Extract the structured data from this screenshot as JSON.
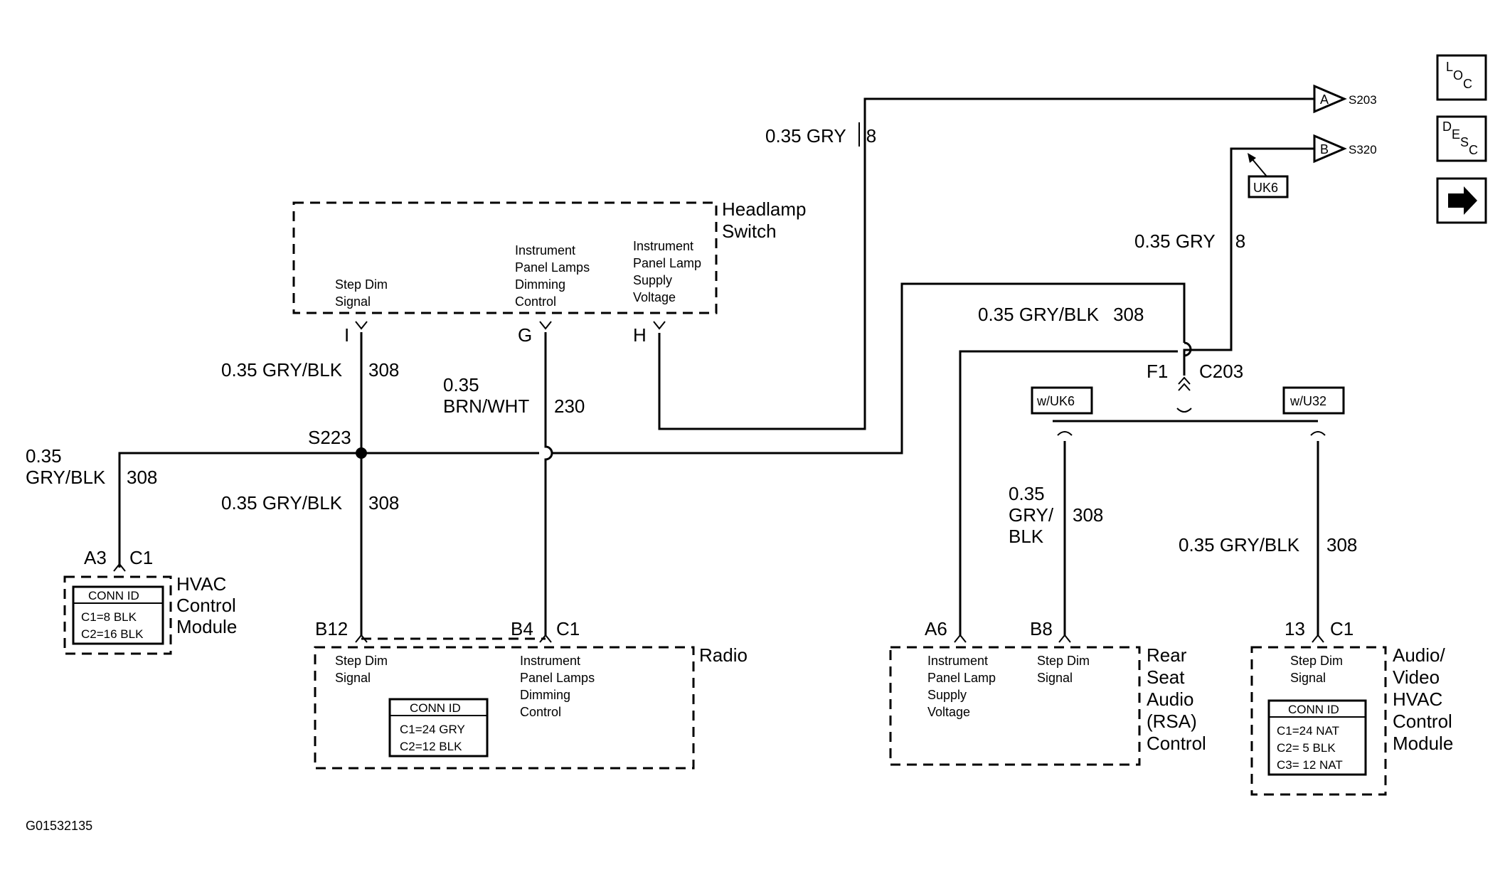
{
  "headlamp_switch": {
    "name": [
      "Headlamp",
      "Switch"
    ],
    "pins": {
      "i": {
        "letter": "I",
        "desc": [
          "Step Dim",
          "Signal"
        ]
      },
      "g": {
        "letter": "G",
        "desc": [
          "Instrument",
          "Panel Lamps",
          "Dimming",
          "Control"
        ]
      },
      "h": {
        "letter": "H",
        "desc": [
          "Instrument",
          "Panel Lamp",
          "Supply",
          "Voltage"
        ]
      }
    }
  },
  "wires": {
    "gry8_top": {
      "gauge": "0.35 GRY",
      "circuit": "8"
    },
    "gry8_right": {
      "gauge": "0.35 GRY",
      "circuit": "8"
    },
    "grybk_top_right": {
      "gauge": "0.35 GRY/BLK",
      "circuit": "308"
    },
    "grybk_switch": {
      "gauge": "0.35 GRY/BLK",
      "circuit": "308"
    },
    "brnwht": {
      "gauge": [
        "0.35",
        "BRN/WHT"
      ],
      "circuit": "230"
    },
    "grybk_left": {
      "gauge": [
        "0.35",
        "GRY/BLK"
      ],
      "circuit": "308"
    },
    "grybk_radio": {
      "gauge": "0.35 GRY/BLK",
      "circuit": "308"
    },
    "grybk_rsa": {
      "gauge": [
        "0.35",
        "GRY/",
        "BLK"
      ],
      "circuit": "308"
    },
    "grybk_av": {
      "gauge": "0.35 GRY/BLK",
      "circuit": "308"
    }
  },
  "splice": "S223",
  "offpage": {
    "a": {
      "letter": "A",
      "ref": "S203"
    },
    "b": {
      "letter": "B",
      "ref": "S320"
    }
  },
  "option_uk6": "UK6",
  "connector_c203": {
    "pin": "F1",
    "name": "C203"
  },
  "options": {
    "w_uk6": "w/UK6",
    "w_u32": "w/U32"
  },
  "hvac": {
    "name": [
      "HVAC",
      "Control",
      "Module"
    ],
    "pin": "A3",
    "conn": "C1",
    "conn_id": {
      "title": "CONN ID",
      "lines": [
        "C1=8 BLK",
        "C2=16 BLK"
      ]
    }
  },
  "radio": {
    "name": "Radio",
    "pin_b12": "B12",
    "pin_b4": "B4",
    "conn": "C1",
    "desc_b12": [
      "Step Dim",
      "Signal"
    ],
    "desc_b4": [
      "Instrument",
      "Panel Lamps",
      "Dimming",
      "Control"
    ],
    "conn_id": {
      "title": "CONN ID",
      "lines": [
        "C1=24 GRY",
        "C2=12 BLK"
      ]
    }
  },
  "rsa": {
    "name": [
      "Rear",
      "Seat",
      "Audio",
      "(RSA)",
      "Control"
    ],
    "pin_a6": "A6",
    "pin_b8": "B8",
    "desc_a6": [
      "Instrument",
      "Panel Lamp",
      "Supply",
      "Voltage"
    ],
    "desc_b8": [
      "Step Dim",
      "Signal"
    ]
  },
  "av_hvac": {
    "name": [
      "Audio/",
      "Video",
      "HVAC",
      "Control",
      "Module"
    ],
    "pin": "13",
    "conn": "C1",
    "desc": [
      "Step Dim",
      "Signal"
    ],
    "conn_id": {
      "title": "CONN ID",
      "lines": [
        "C1=24 NAT",
        "C2= 5 BLK",
        "C3= 12 NAT"
      ]
    }
  },
  "nav": {
    "loc": [
      "L",
      "O",
      "C"
    ],
    "desc": [
      "D",
      "E",
      "S",
      "C"
    ]
  },
  "figure_id": "G01532135"
}
